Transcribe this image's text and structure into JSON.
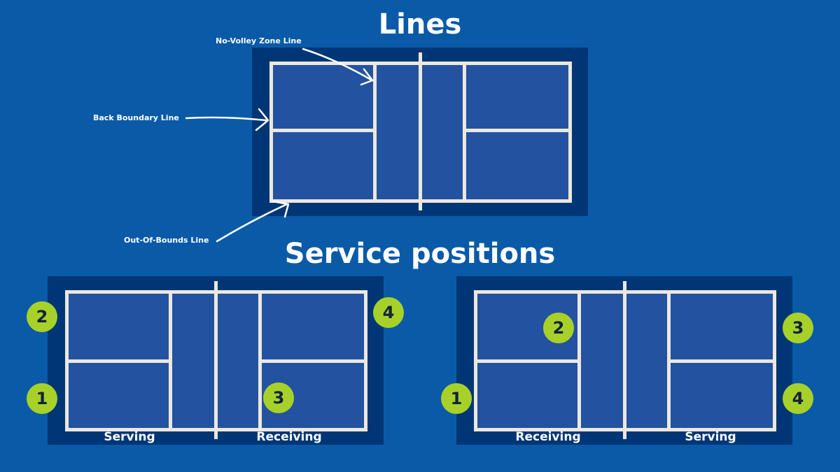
{
  "titles": {
    "lines": "Lines",
    "service": "Service positions"
  },
  "callouts": {
    "no_volley": "No-Volley Zone Line",
    "back_boundary": "Back Boundary Line",
    "out_of_bounds": "Out-Of-Bounds Line"
  },
  "diagram_left": {
    "left_label": "Serving",
    "right_label": "Receiving",
    "players": [
      "2",
      "1",
      "4",
      "3"
    ]
  },
  "diagram_right": {
    "left_label": "Receiving",
    "right_label": "Serving",
    "players": [
      "2",
      "1",
      "3",
      "4"
    ]
  },
  "colors": {
    "background": "#0a5aa8",
    "surround": "#003675",
    "court": "#2352a0",
    "lines": "#ece8de",
    "player": "#a7d129"
  }
}
